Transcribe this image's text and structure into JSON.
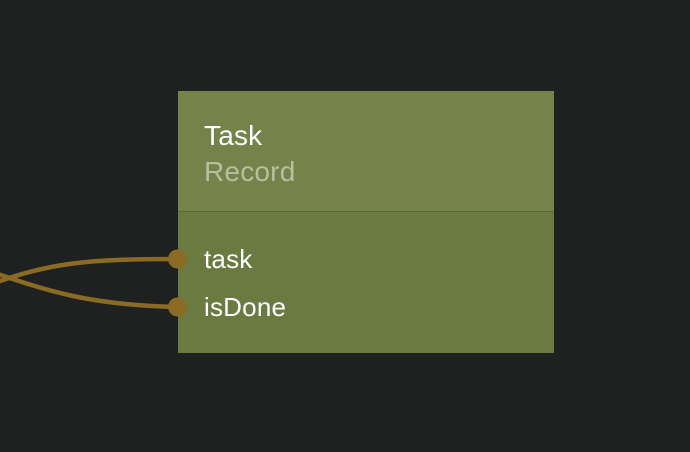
{
  "canvas": {
    "kind": "node-editor-canvas"
  },
  "node": {
    "title": "Task",
    "subtitle": "Record",
    "inputs": [
      {
        "label": "task"
      },
      {
        "label": "isDone"
      }
    ]
  },
  "edges": [
    {
      "to": "task",
      "from": "offscreen-left"
    },
    {
      "to": "isDone",
      "from": "offscreen-left"
    }
  ],
  "colors": {
    "canvas_background": "#1f2020",
    "node_header": "#75834a",
    "node_body": "#6b7a41",
    "title_text": "#ffffff",
    "subtitle_text": "#b7bfa0",
    "port_label_text": "#ffffff",
    "socket": "#8c6c25",
    "edge": "#8a6b23"
  }
}
